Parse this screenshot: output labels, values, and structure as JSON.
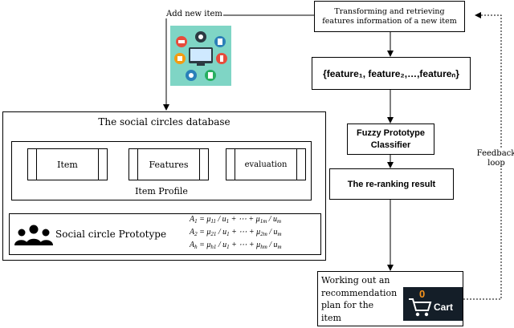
{
  "top_box": {
    "text": "Transforming and retrieving features information of a new item"
  },
  "add_new_item_label": "Add new item",
  "feature_vector": {
    "text": "{feature₁, feature₂,…,featureₙ}"
  },
  "classifier": {
    "text": "Fuzzy Prototype Classifier"
  },
  "reranking": {
    "text": "The re-ranking result"
  },
  "feedback_label": {
    "line1": "Feedback",
    "line2": "loop"
  },
  "database": {
    "title": "The social circles database",
    "item_profile_label": "Item Profile",
    "cells": [
      "Item",
      "Features",
      "evaluation"
    ],
    "prototype_label": "Social circle Prototype",
    "formulas": [
      {
        "lhs": "A",
        "lhs_sub": "1",
        "t1": "μ",
        "t1_sub": "11",
        "u1": "u",
        "u1_sub": "1",
        "t2": "μ",
        "t2_sub": "1m",
        "u2": "u",
        "u2_sub": "m"
      },
      {
        "lhs": "A",
        "lhs_sub": "2",
        "t1": "μ",
        "t1_sub": "21",
        "u1": "u",
        "u1_sub": "1",
        "t2": "μ",
        "t2_sub": "2m",
        "u2": "u",
        "u2_sub": "m"
      },
      {
        "lhs": "A",
        "lhs_sub": "h",
        "t1": "μ",
        "t1_sub": "h1",
        "u1": "u",
        "u1_sub": "1",
        "t2": "μ",
        "t2_sub": "hm",
        "u2": "u",
        "u2_sub": "m"
      }
    ]
  },
  "recommendation": {
    "lines": [
      "Working out an",
      "recommendation",
      "plan for the",
      "item"
    ]
  },
  "cart": {
    "count": "0",
    "label": "Cart"
  },
  "colors": {
    "line": "#000000",
    "teal_bg": "#7fd5c5",
    "cart_bg": "#141e28",
    "cart_orange": "#f7941d"
  }
}
